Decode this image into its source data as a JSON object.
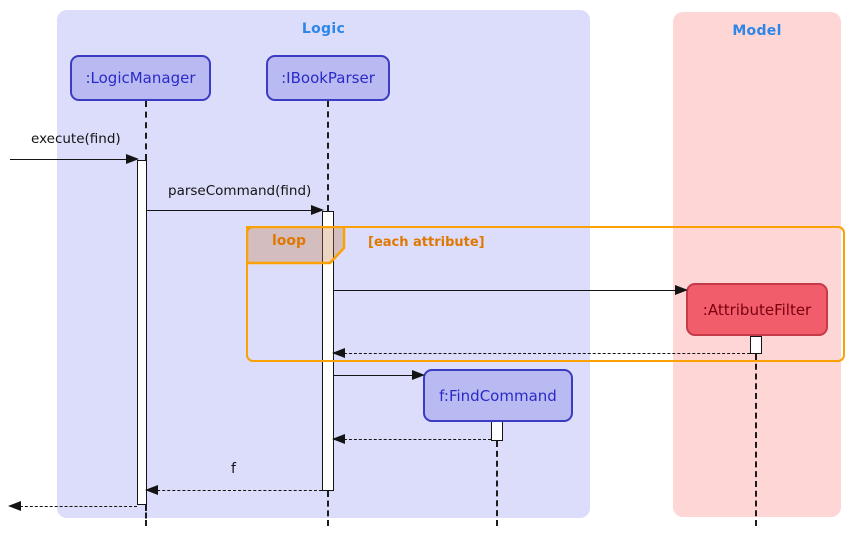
{
  "diagram_type": "uml-sequence-diagram",
  "colors": {
    "logic_frame_bg": "#dcdcfb",
    "model_frame_bg": "#ffd6d6",
    "frame_title_text": "#2e86e8",
    "logic_participant_fill": "#babaf2",
    "logic_participant_border": "#3b3bc4",
    "logic_participant_text": "#2a2ac8",
    "model_participant_fill": "#f25d6b",
    "model_participant_border": "#c43a48",
    "model_participant_text": "#7a0010",
    "loop_border": "#fca103",
    "loop_text": "#e07800",
    "message_line": "#141414",
    "activation_fill": "#ffffff"
  },
  "frames": {
    "logic": {
      "title": "Logic"
    },
    "model": {
      "title": "Model"
    }
  },
  "participants": {
    "logic_manager": {
      "label": ":LogicManager"
    },
    "ibook_parser": {
      "label": ":IBookParser"
    },
    "attribute_filter": {
      "label": ":AttributeFilter"
    },
    "find_command": {
      "label": "f:FindCommand"
    }
  },
  "loop": {
    "operator": "loop",
    "condition": "[each attribute]"
  },
  "messages": {
    "execute": {
      "label": "execute(find)",
      "type": "solid"
    },
    "parse_command": {
      "label": "parseCommand(find)",
      "type": "solid"
    },
    "create_attribute_filter": {
      "label": "",
      "type": "solid"
    },
    "return_from_attribute_filter": {
      "label": "",
      "type": "dashed"
    },
    "create_find_command": {
      "label": "",
      "type": "solid"
    },
    "return_from_find_command": {
      "label": "",
      "type": "dashed"
    },
    "return_f": {
      "label": "f",
      "type": "dashed"
    },
    "final_return": {
      "label": "",
      "type": "dashed"
    }
  }
}
